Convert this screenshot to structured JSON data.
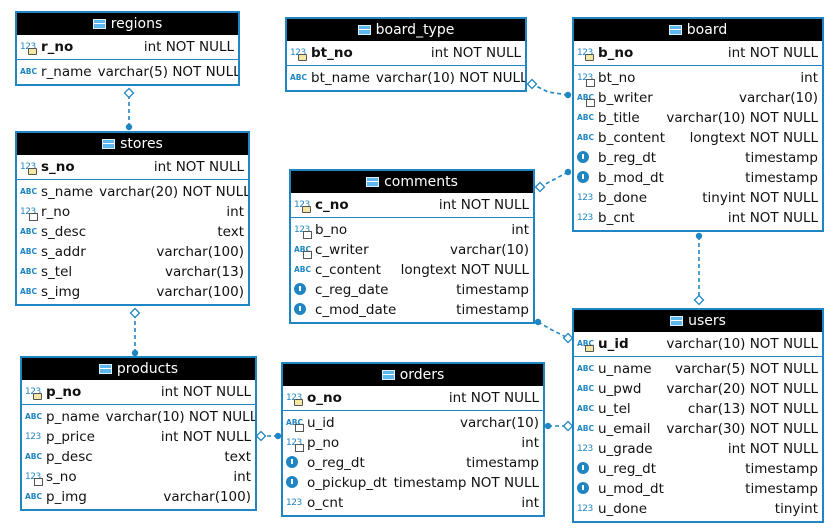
{
  "tables": [
    {
      "id": "regions",
      "title": "regions",
      "pk": [
        {
          "name": "r_no",
          "type": "int NOT NULL",
          "icon": "numeric-key-icon"
        }
      ],
      "columns": [
        {
          "name": "r_name",
          "type": "varchar(5) NOT NULL",
          "icon": "text-icon"
        }
      ]
    },
    {
      "id": "stores",
      "title": "stores",
      "pk": [
        {
          "name": "s_no",
          "type": "int NOT NULL",
          "icon": "numeric-key-icon"
        }
      ],
      "columns": [
        {
          "name": "s_name",
          "type": "varchar(20) NOT NULL",
          "icon": "text-icon"
        },
        {
          "name": "r_no",
          "type": "int",
          "icon": "numeric-fk-icon"
        },
        {
          "name": "s_desc",
          "type": "text",
          "icon": "text-icon"
        },
        {
          "name": "s_addr",
          "type": "varchar(100)",
          "icon": "text-icon"
        },
        {
          "name": "s_tel",
          "type": "varchar(13)",
          "icon": "text-icon"
        },
        {
          "name": "s_img",
          "type": "varchar(100)",
          "icon": "text-icon"
        }
      ]
    },
    {
      "id": "products",
      "title": "products",
      "pk": [
        {
          "name": "p_no",
          "type": "int NOT NULL",
          "icon": "numeric-key-icon"
        }
      ],
      "columns": [
        {
          "name": "p_name",
          "type": "varchar(10) NOT NULL",
          "icon": "text-icon"
        },
        {
          "name": "p_price",
          "type": "int NOT NULL",
          "icon": "numeric-icon"
        },
        {
          "name": "p_desc",
          "type": "text",
          "icon": "text-icon"
        },
        {
          "name": "s_no",
          "type": "int",
          "icon": "numeric-fk-icon"
        },
        {
          "name": "p_img",
          "type": "varchar(100)",
          "icon": "text-icon"
        }
      ]
    },
    {
      "id": "board_type",
      "title": "board_type",
      "pk": [
        {
          "name": "bt_no",
          "type": "int NOT NULL",
          "icon": "numeric-key-icon"
        }
      ],
      "columns": [
        {
          "name": "bt_name",
          "type": "varchar(10) NOT NULL",
          "icon": "text-icon"
        }
      ]
    },
    {
      "id": "comments",
      "title": "comments",
      "pk": [
        {
          "name": "c_no",
          "type": "int NOT NULL",
          "icon": "numeric-key-icon"
        }
      ],
      "columns": [
        {
          "name": "b_no",
          "type": "int",
          "icon": "numeric-fk-icon"
        },
        {
          "name": "c_writer",
          "type": "varchar(10)",
          "icon": "text-fk-icon"
        },
        {
          "name": "c_content",
          "type": "longtext NOT NULL",
          "icon": "text-icon"
        },
        {
          "name": "c_reg_date",
          "type": "timestamp",
          "icon": "clock-icon"
        },
        {
          "name": "c_mod_date",
          "type": "timestamp",
          "icon": "clock-icon"
        }
      ]
    },
    {
      "id": "orders",
      "title": "orders",
      "pk": [
        {
          "name": "o_no",
          "type": "int NOT NULL",
          "icon": "numeric-key-icon"
        }
      ],
      "columns": [
        {
          "name": "u_id",
          "type": "varchar(10)",
          "icon": "text-fk-icon"
        },
        {
          "name": "p_no",
          "type": "int",
          "icon": "numeric-fk-icon"
        },
        {
          "name": "o_reg_dt",
          "type": "timestamp",
          "icon": "clock-icon"
        },
        {
          "name": "o_pickup_dt",
          "type": "timestamp NOT NULL",
          "icon": "clock-icon"
        },
        {
          "name": "o_cnt",
          "type": "int",
          "icon": "numeric-icon"
        }
      ]
    },
    {
      "id": "board",
      "title": "board",
      "pk": [
        {
          "name": "b_no",
          "type": "int NOT NULL",
          "icon": "numeric-key-icon"
        }
      ],
      "columns": [
        {
          "name": "bt_no",
          "type": "int",
          "icon": "numeric-fk-icon"
        },
        {
          "name": "b_writer",
          "type": "varchar(10)",
          "icon": "text-fk-icon"
        },
        {
          "name": "b_title",
          "type": "varchar(10) NOT NULL",
          "icon": "text-icon"
        },
        {
          "name": "b_content",
          "type": "longtext NOT NULL",
          "icon": "text-icon"
        },
        {
          "name": "b_reg_dt",
          "type": "timestamp",
          "icon": "clock-icon"
        },
        {
          "name": "b_mod_dt",
          "type": "timestamp",
          "icon": "clock-icon"
        },
        {
          "name": "b_done",
          "type": "tinyint NOT NULL",
          "icon": "numeric-icon"
        },
        {
          "name": "b_cnt",
          "type": "int NOT NULL",
          "icon": "numeric-icon"
        }
      ]
    },
    {
      "id": "users",
      "title": "users",
      "pk": [
        {
          "name": "u_id",
          "type": "varchar(10) NOT NULL",
          "icon": "text-key-icon"
        }
      ],
      "columns": [
        {
          "name": "u_name",
          "type": "varchar(5) NOT NULL",
          "icon": "text-icon"
        },
        {
          "name": "u_pwd",
          "type": "varchar(20) NOT NULL",
          "icon": "text-icon"
        },
        {
          "name": "u_tel",
          "type": "char(13) NOT NULL",
          "icon": "text-icon"
        },
        {
          "name": "u_email",
          "type": "varchar(30) NOT NULL",
          "icon": "text-icon"
        },
        {
          "name": "u_grade",
          "type": "int NOT NULL",
          "icon": "numeric-icon"
        },
        {
          "name": "u_reg_dt",
          "type": "timestamp",
          "icon": "clock-icon"
        },
        {
          "name": "u_mod_dt",
          "type": "timestamp",
          "icon": "clock-icon"
        },
        {
          "name": "u_done",
          "type": "tinyint",
          "icon": "numeric-icon"
        }
      ]
    }
  ],
  "relationships": [
    {
      "from": "stores",
      "to": "regions"
    },
    {
      "from": "products",
      "to": "stores"
    },
    {
      "from": "orders",
      "to": "products"
    },
    {
      "from": "orders",
      "to": "users"
    },
    {
      "from": "board",
      "to": "board_type"
    },
    {
      "from": "comments",
      "to": "board"
    },
    {
      "from": "board",
      "to": "users"
    },
    {
      "from": "comments",
      "to": "users"
    }
  ],
  "colors": {
    "accent": "#1f86c3",
    "header_bg": "#000000",
    "header_text": "#ffffff",
    "icon_blue": "#5eb8ee"
  }
}
